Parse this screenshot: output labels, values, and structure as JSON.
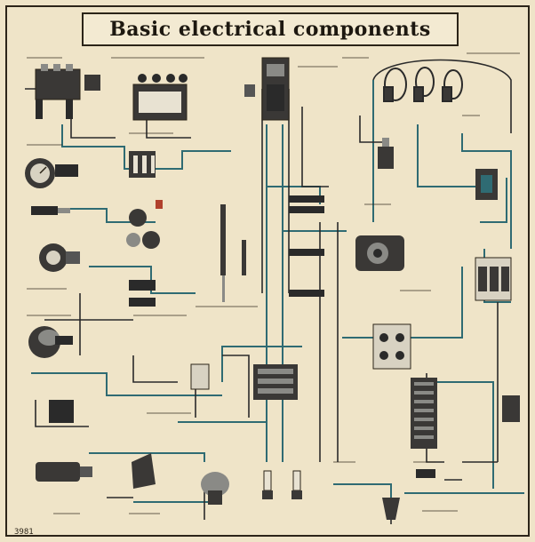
{
  "title": "Basic electrical components",
  "sheet_number": "3981",
  "colors": {
    "paper": "#efe4c8",
    "ink": "#2b2418",
    "wire_teal": "#2f6b73",
    "wire_dark": "#2a2a2a",
    "metal": "#8a8a86",
    "component_dark": "#3a3836",
    "accent_red": "#b0402c"
  },
  "components": [
    {
      "id": "relay-block",
      "icon": "relay-icon"
    },
    {
      "id": "terminal-block",
      "icon": "terminal-block-icon"
    },
    {
      "id": "fuse-holder",
      "icon": "fuse-holder-icon"
    },
    {
      "id": "cable-harness",
      "icon": "harness-icon"
    },
    {
      "id": "pulley-motor",
      "icon": "motor-icon"
    },
    {
      "id": "round-gauge",
      "icon": "gauge-icon"
    },
    {
      "id": "alternator",
      "icon": "alternator-icon"
    },
    {
      "id": "distributor",
      "icon": "distributor-icon"
    },
    {
      "id": "switch-panel",
      "icon": "switch-panel-icon"
    },
    {
      "id": "connector-strip",
      "icon": "connector-strip-icon"
    },
    {
      "id": "spark-plug",
      "icon": "spark-plug-icon"
    },
    {
      "id": "contactor",
      "icon": "contactor-icon"
    },
    {
      "id": "coil",
      "icon": "coil-icon"
    },
    {
      "id": "horn",
      "icon": "horn-icon"
    },
    {
      "id": "bulb",
      "icon": "bulb-icon"
    }
  ]
}
